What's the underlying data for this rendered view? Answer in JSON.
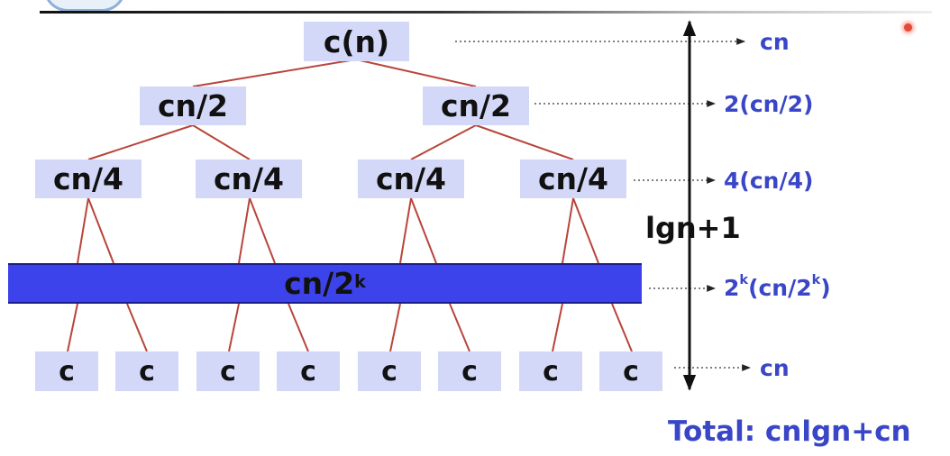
{
  "root": "c(n)",
  "level1": [
    "cn/2",
    "cn/2"
  ],
  "level2": [
    "cn/4",
    "cn/4",
    "cn/4",
    "cn/4"
  ],
  "band": {
    "text": "cn/2",
    "sup": "k"
  },
  "leaves": [
    "c",
    "c",
    "c",
    "c",
    "c",
    "c",
    "c",
    "c"
  ],
  "level_costs": {
    "l0": "cn",
    "l1": "2(cn/2)",
    "l2": "4(cn/4)",
    "lk_pre": "2",
    "lk_sup": "k",
    "lk_mid": "(cn/2",
    "lk_sup2": "k",
    "lk_post": ")",
    "leaves": "cn"
  },
  "height_label": "lgn+1",
  "total": "Total: cnlgn+cn",
  "colors": {
    "node_fill": "#d4d8f8",
    "band_fill": "#3c43ea",
    "edge": "#b8453a",
    "label": "#3a46c8"
  }
}
